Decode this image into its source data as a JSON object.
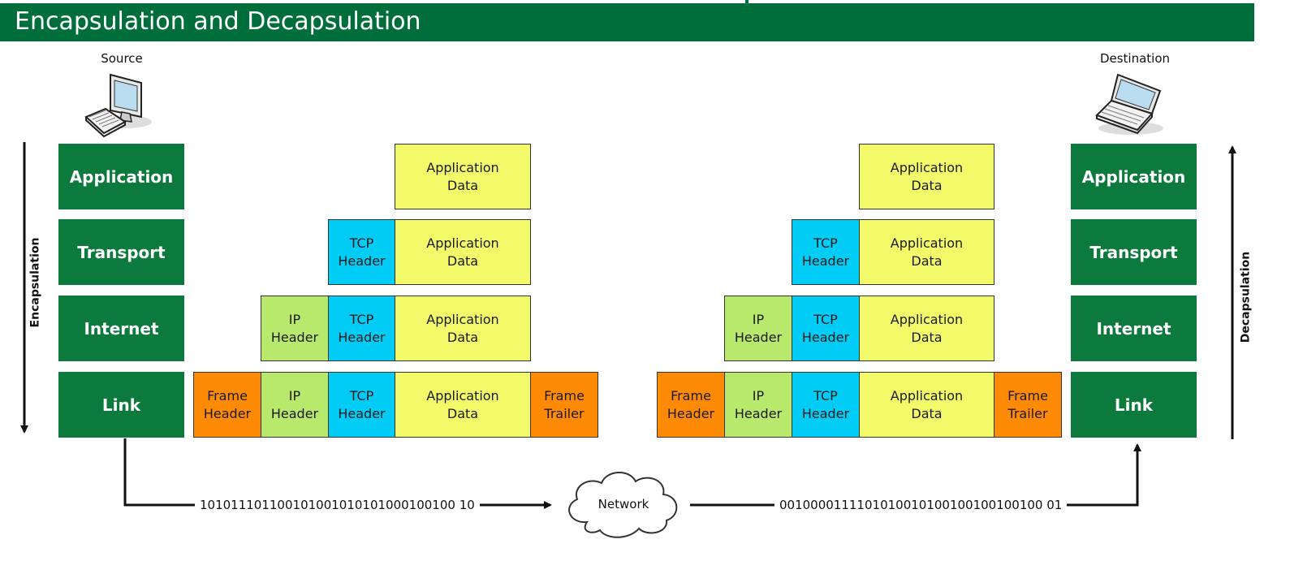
{
  "title": "Encapsulation and Decapsulation",
  "source_label": "Source",
  "destination_label": "Destination",
  "layers": [
    "Application",
    "Transport",
    "Internet",
    "Link"
  ],
  "packets": {
    "app_data": "Application\nData",
    "tcp_header": "TCP\nHeader",
    "ip_header": "IP\nHeader",
    "frame_header": "Frame\nHeader",
    "frame_trailer": "Frame\nTrailer"
  },
  "left_arrow_label": "Encapsulation",
  "right_arrow_label": "Decapsulation",
  "network_label": "Network",
  "bits_sent": "101011101100101001010101000100100 10",
  "bits_received": "0010000111101010010100100100100100 01",
  "colors": {
    "title_bar": "#006e3b",
    "layer_box": "#0b7a3c",
    "application_data": "#f2fa6a",
    "tcp_header": "#00ccf5",
    "ip_header": "#b8e86c",
    "frame": "#ff8a05"
  },
  "icons": [
    "desktop-computer-icon",
    "laptop-icon",
    "cloud-icon"
  ]
}
